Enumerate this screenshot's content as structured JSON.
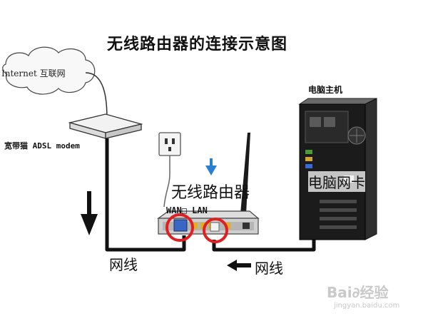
{
  "title": "无线路由器的连接示意图",
  "labels": {
    "internet": "Internet 互联网",
    "modem": "宽带猫 ADSL modem",
    "router": "无线路由器",
    "wan_lan": "WAN□ LAN",
    "pc_host": "电脑主机",
    "nic": "电脑网卡",
    "cable_left": "网线",
    "cable_right": "网线"
  },
  "watermark": {
    "brand": "Bai∂经验",
    "url": "jingyan.baidu.com"
  },
  "colors": {
    "cable": "#111111",
    "highlight_ring": "#e02020",
    "blue_arrow": "#2a7fd4",
    "pc_case": "#1b1b1b"
  }
}
